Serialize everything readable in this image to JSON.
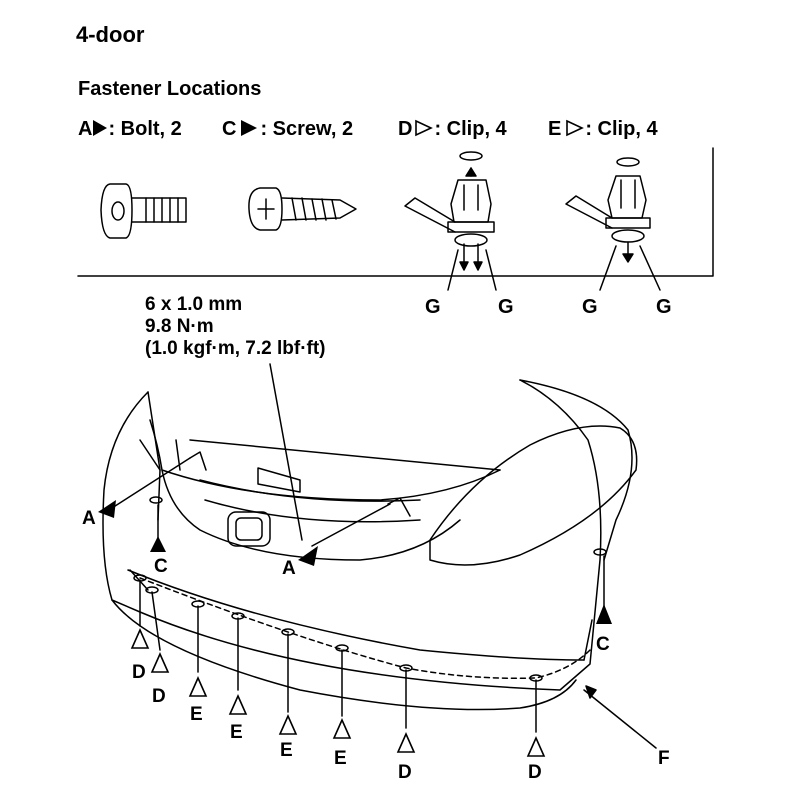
{
  "header": {
    "title": "4-door",
    "subtitle": "Fastener Locations"
  },
  "legend": [
    {
      "letter": "A",
      "symbol": "filled-triangle-icon",
      "label": ": Bolt, 2"
    },
    {
      "letter": "C",
      "symbol": "filled-triangle-icon",
      "label": ": Screw, 2"
    },
    {
      "letter": "D",
      "symbol": "outline-triangle-icon",
      "label": ": Clip, 4"
    },
    {
      "letter": "E",
      "symbol": "outline-triangle-icon",
      "label": ": Clip, 4"
    }
  ],
  "spec": {
    "size": "6 x 1.0 mm",
    "torque": "9.8 N·m",
    "torque_alt": "(1.0 kgf·m, 7.2 lbf·ft)"
  },
  "clip_labels": [
    "G",
    "G",
    "G",
    "G"
  ],
  "callouts": {
    "A_left": "A",
    "A_center": "A",
    "C_left": "C",
    "C_right": "C",
    "D1": "D",
    "D2": "D",
    "D3": "D",
    "D4": "D",
    "E1": "E",
    "E2": "E",
    "E3": "E",
    "E4": "E",
    "F": "F"
  },
  "colors": {
    "ink": "#000000",
    "background": "#ffffff"
  }
}
